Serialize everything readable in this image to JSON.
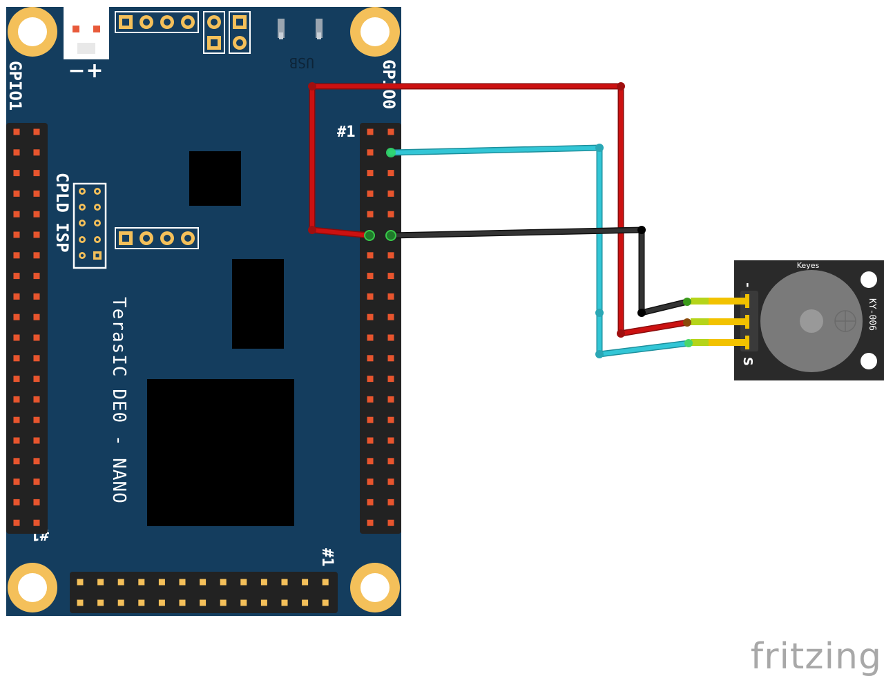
{
  "board": {
    "gpio1_label": "GPIO1",
    "gpio0_label": "GPIO0",
    "pin1_marker": "#1",
    "cpld_label": "CPLD ISP",
    "usb_label": "USB",
    "minus_label": "−",
    "plus_label": "+",
    "model_label": "TerasIC DE0 - NANO",
    "color_pcb": "#143d5e",
    "color_pad": "#f4c05a"
  },
  "module": {
    "brand": "Keyes",
    "model": "KY-006",
    "pin_minus_label": "-",
    "pin_signal_label": "S",
    "color_body": "#2a2a2a",
    "color_buzzer": "#7a7a7a"
  },
  "wires": [
    {
      "id": "power",
      "color": "#cc1111"
    },
    {
      "id": "signal",
      "color": "#33c6d6"
    },
    {
      "id": "ground",
      "color": "#333333"
    }
  ],
  "footer": {
    "brand": "fritzing"
  }
}
